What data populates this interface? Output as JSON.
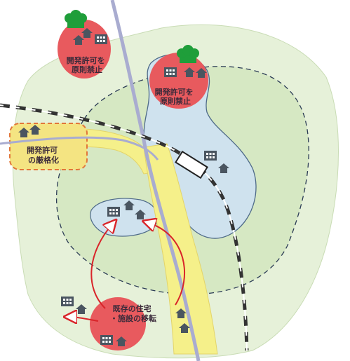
{
  "labels": {
    "top_left_red": [
      "開発許可を",
      "原則禁止"
    ],
    "center_red": [
      "開発許可を",
      "原則禁止"
    ],
    "left_orange": [
      "開発許可",
      "の厳格化"
    ],
    "bottom_red": [
      "既存の住宅",
      "・施設の移転"
    ]
  },
  "colors": {
    "outer_area": "#e6f1d9",
    "inner_area": "#d6e8c3",
    "urban_area": "#cfe2ee",
    "yellow_zone": "#f5f08a",
    "red_zone": "#e85a5e",
    "orange_zone": "#f4e482",
    "tree": "#1f9e3a",
    "building": "#4a5560",
    "road": "#a9acd0",
    "rail": "#333333",
    "arrow": "#d9252a"
  }
}
